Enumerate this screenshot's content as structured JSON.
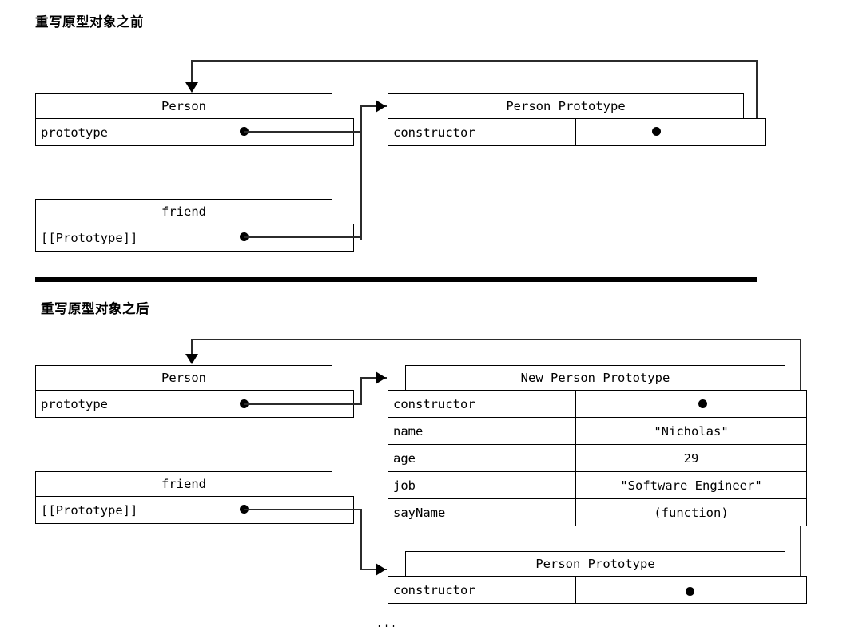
{
  "page": {
    "background": "#ffffff",
    "ink": "#000000",
    "line_color": "#2b2b2b"
  },
  "sections": [
    {
      "id": "before",
      "caption": "重写原型对象之前",
      "boxes": [
        {
          "id": "person-before",
          "title": "Person",
          "rows": [
            {
              "key": "prototype",
              "value": "",
              "has_pointer": true
            }
          ]
        },
        {
          "id": "person-prototype-before",
          "title": "Person Prototype",
          "rows": [
            {
              "key": "constructor",
              "value": "",
              "has_pointer": true
            }
          ]
        },
        {
          "id": "friend-before",
          "title": "friend",
          "rows": [
            {
              "key": "[[Prototype]]",
              "value": "",
              "has_pointer": true
            }
          ]
        }
      ]
    },
    {
      "id": "after",
      "caption": "重写原型对象之后",
      "boxes": [
        {
          "id": "person-after",
          "title": "Person",
          "rows": [
            {
              "key": "prototype",
              "value": "",
              "has_pointer": true
            }
          ]
        },
        {
          "id": "new-person-prototype",
          "title": "New Person Prototype",
          "rows": [
            {
              "key": "constructor",
              "value": "",
              "has_pointer": true
            },
            {
              "key": "name",
              "value": "\"Nicholas\"",
              "has_pointer": false
            },
            {
              "key": "age",
              "value": "29",
              "has_pointer": false
            },
            {
              "key": "job",
              "value": "\"Software Engineer\"",
              "has_pointer": false
            },
            {
              "key": "sayName",
              "value": "(function)",
              "has_pointer": false
            }
          ]
        },
        {
          "id": "friend-after",
          "title": "friend",
          "rows": [
            {
              "key": "[[Prototype]]",
              "value": "",
              "has_pointer": true
            }
          ]
        },
        {
          "id": "person-prototype-after",
          "title": "Person Prototype",
          "rows": [
            {
              "key": "constructor",
              "value": "",
              "has_pointer": true
            }
          ]
        }
      ]
    }
  ],
  "labels": {
    "before_caption": "重写原型对象之前",
    "after_caption": "重写原型对象之后",
    "person": "Person",
    "person_prototype": "Person Prototype",
    "new_person_prototype": "New Person Prototype",
    "friend": "friend",
    "prototype": "prototype",
    "constructor": "constructor",
    "bracket_prototype": "[[Prototype]]",
    "name_key": "name",
    "name_value": "\"Nicholas\"",
    "age_key": "age",
    "age_value": "29",
    "job_key": "job",
    "job_value": "\"Software Engineer\"",
    "sayname_key": "sayName",
    "sayname_value": "(function)"
  }
}
